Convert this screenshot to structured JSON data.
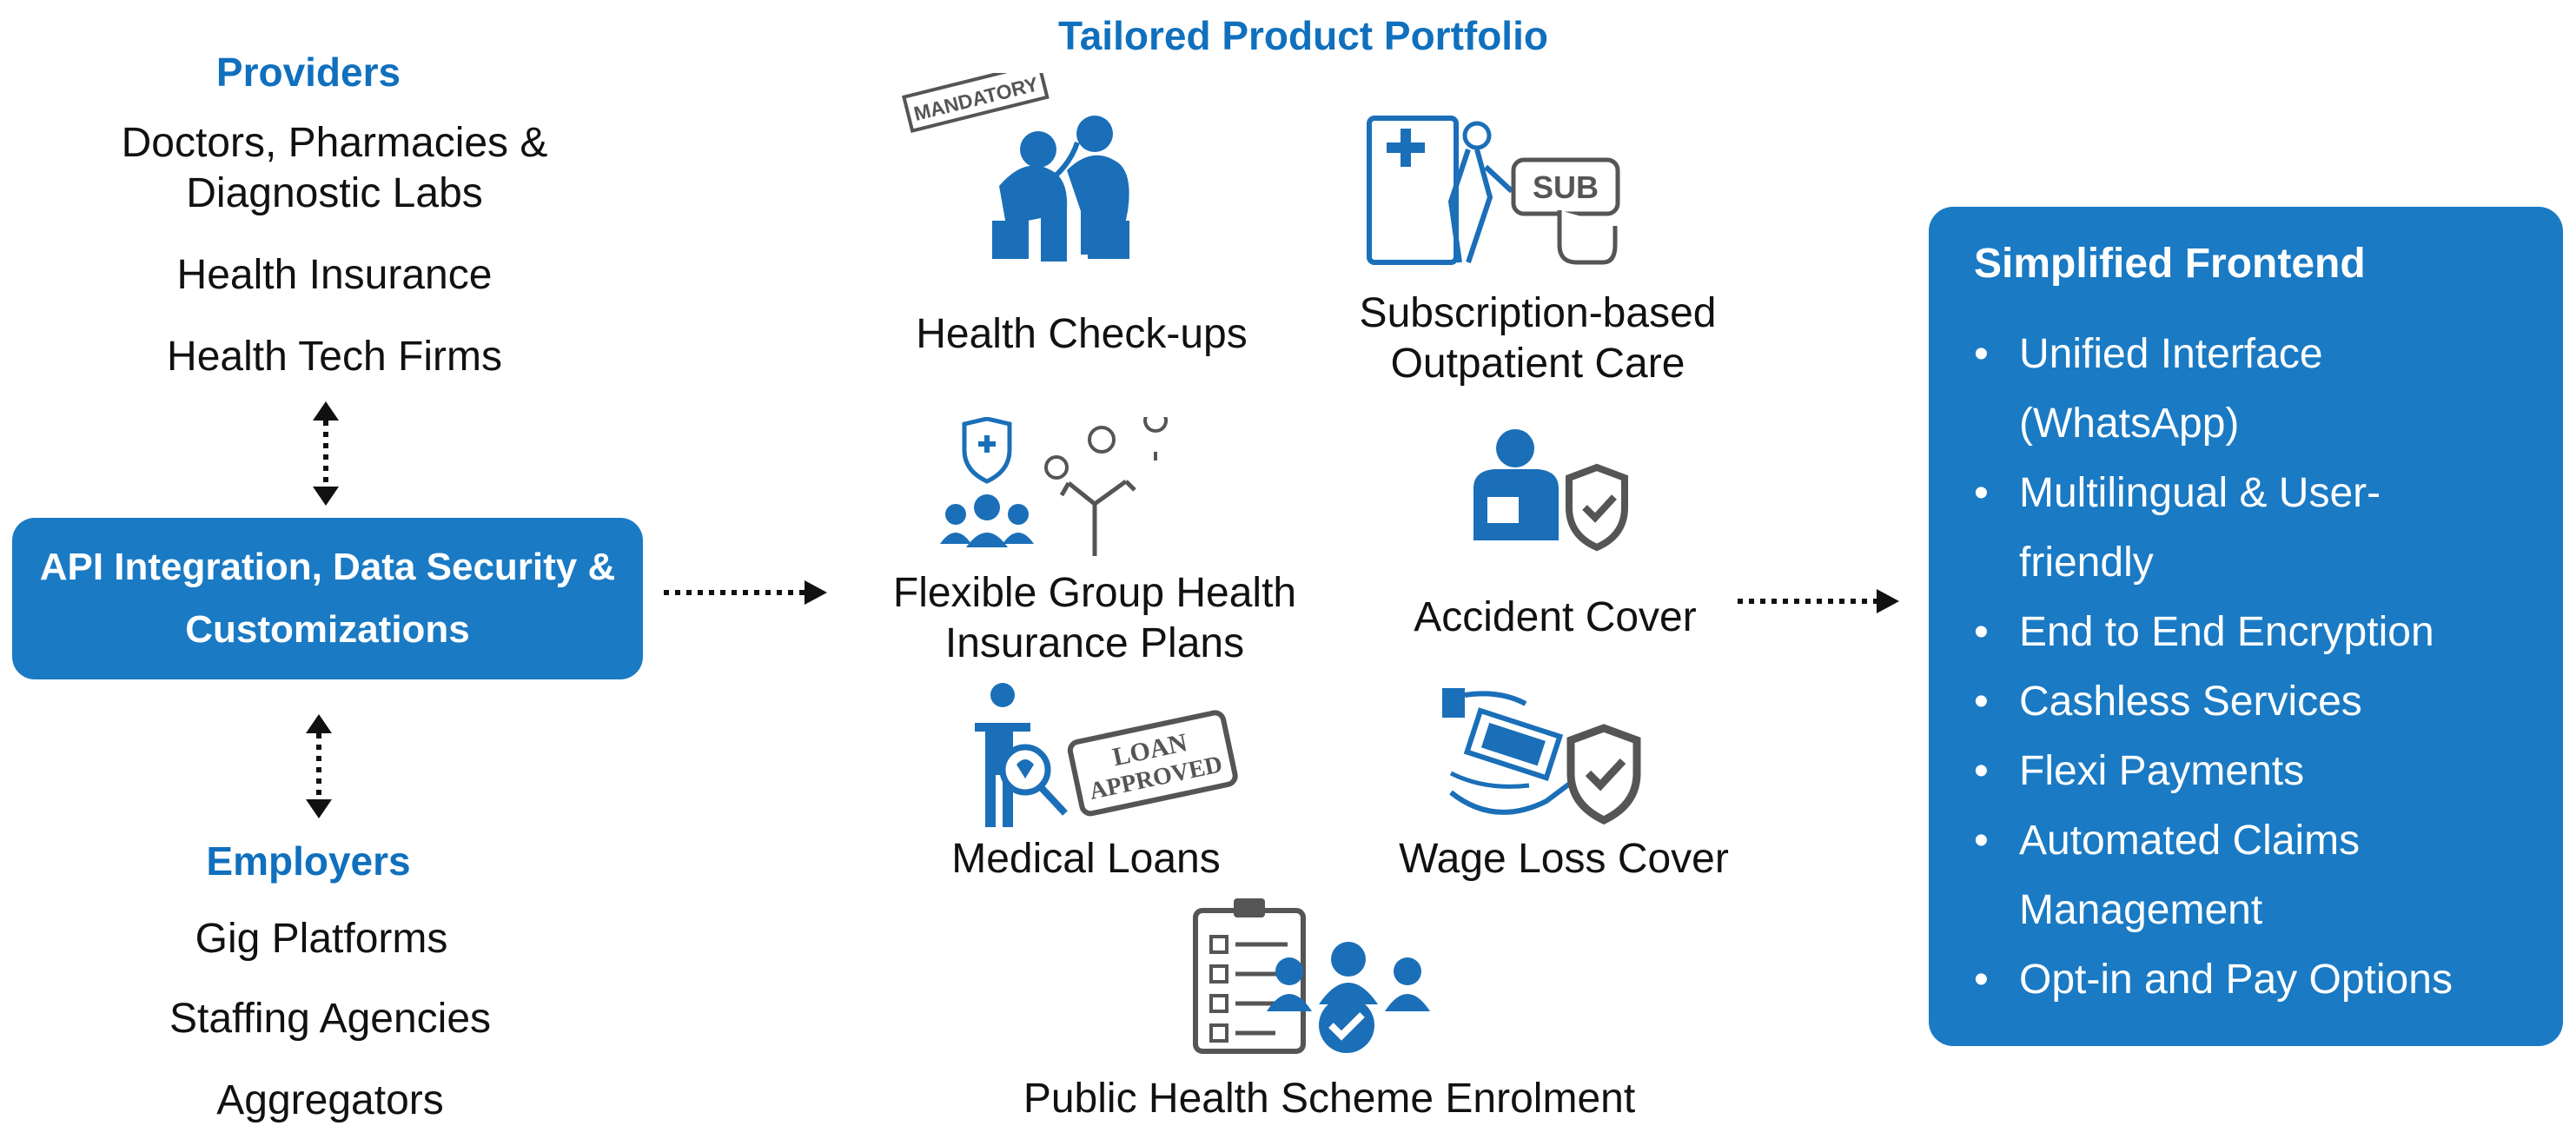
{
  "colors": {
    "accent": "#1a7ac4",
    "heading": "#1070bd",
    "icon_blue": "#1a6fb8",
    "icon_gray": "#555555"
  },
  "providers": {
    "title": "Providers",
    "items": [
      "Doctors, Pharmacies &",
      "Diagnostic Labs",
      "Health Insurance",
      "Health Tech Firms"
    ]
  },
  "api_box": {
    "line1": "API Integration, Data Security &",
    "line2": "Customizations"
  },
  "employers": {
    "title": "Employers",
    "items": [
      "Gig Platforms",
      "Staffing Agencies",
      "Aggregators"
    ]
  },
  "portfolio": {
    "title": "Tailored Product Portfolio",
    "products": [
      {
        "label": "Health Check-ups",
        "icon": "doctor-patient-icon",
        "stamp": "MANDATORY"
      },
      {
        "label": "Subscription-based\nOutpatient Care",
        "icon": "subscription-clinic-icon",
        "stamp": "SUB"
      },
      {
        "label": "Flexible Group Health\nInsurance Plans",
        "icon": "group-insurance-icon"
      },
      {
        "label": "Accident Cover",
        "icon": "accident-shield-icon"
      },
      {
        "label": "Medical Loans",
        "icon": "loan-approved-icon",
        "stamp": "LOAN\nAPPROVED"
      },
      {
        "label": "Wage Loss Cover",
        "icon": "wage-shield-icon"
      },
      {
        "label": "Public Health Scheme Enrolment",
        "icon": "checklist-people-icon"
      }
    ]
  },
  "frontend": {
    "title": "Simplified Frontend",
    "items": [
      "Unified Interface\n(WhatsApp)",
      "Multilingual & User-\nfriendly",
      "End to End Encryption",
      "Cashless Services",
      "Flexi Payments",
      "Automated Claims\nManagement",
      "Opt-in and Pay Options"
    ]
  }
}
